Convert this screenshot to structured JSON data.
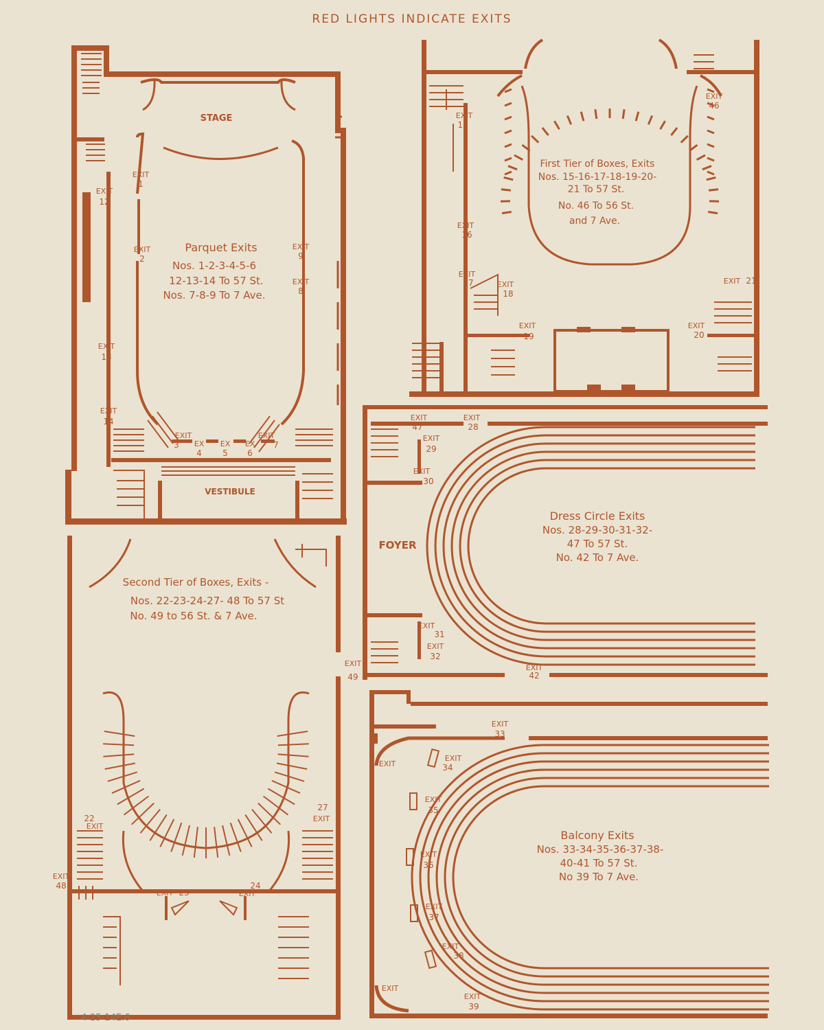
{
  "header": "RED LIGHTS INDICATE EXITS",
  "catalog_mark": "4-25-14E.6",
  "colors": {
    "ink": "#b0562c",
    "paper": "#ebe3d2"
  },
  "parquet": {
    "stage": "STAGE",
    "vestibule": "VESTIBULE",
    "title": "Parquet Exits",
    "lines": [
      "Nos. 1-2-3-4-5-6",
      "12-13-14 To 57 St.",
      "Nos. 7-8-9 To 7 Ave."
    ],
    "exits": [
      {
        "w": "EXIT",
        "n": "1"
      },
      {
        "w": "EXIT",
        "n": "2"
      },
      {
        "w": "EXIT",
        "n": "3"
      },
      {
        "w": "EX",
        "n": "4"
      },
      {
        "w": "EX",
        "n": "5"
      },
      {
        "w": "EX",
        "n": "6"
      },
      {
        "w": "EXIT",
        "n": "7"
      },
      {
        "w": "EXIT",
        "n": "8"
      },
      {
        "w": "EXIT",
        "n": "9"
      },
      {
        "w": "EXIT",
        "n": "12"
      },
      {
        "w": "EXIT",
        "n": "13"
      },
      {
        "w": "EXIT",
        "n": "14"
      }
    ]
  },
  "first_tier": {
    "lines": [
      "First Tier of Boxes, Exits",
      "Nos. 15-16-17-18-19-20-",
      "21 To 57 St.",
      "No. 46 To 56 St.",
      "and 7 Ave."
    ],
    "exits": [
      {
        "w": "EXIT",
        "n": "15"
      },
      {
        "w": "EXIT",
        "n": "16"
      },
      {
        "w": "EXIT",
        "n": "17"
      },
      {
        "w": "EXIT",
        "n": "18"
      },
      {
        "w": "EXIT",
        "n": "19"
      },
      {
        "w": "EXIT",
        "n": "20"
      },
      {
        "w": "EXIT",
        "n": "21"
      },
      {
        "w": "EXIT",
        "n": "46"
      }
    ]
  },
  "dress_circle": {
    "foyer": "FOYER",
    "lines": [
      "Dress Circle Exits",
      "Nos. 28-29-30-31-32-",
      "47 To 57 St.",
      "No. 42 To 7 Ave."
    ],
    "exits": [
      {
        "w": "EXIT",
        "n": "47"
      },
      {
        "w": "EXIT",
        "n": "28"
      },
      {
        "w": "EXIT",
        "n": "29"
      },
      {
        "w": "EXIT",
        "n": "30"
      },
      {
        "w": "EXIT",
        "n": "31"
      },
      {
        "w": "EXIT",
        "n": "32"
      },
      {
        "w": "EXIT",
        "n": "42"
      }
    ]
  },
  "second_tier": {
    "lines": [
      "Second Tier of Boxes, Exits -",
      "Nos. 22-23-24-27- 48 To 57 St",
      "No. 49 to 56 St. & 7 Ave."
    ],
    "exits": [
      {
        "w": "EXIT",
        "n": "22"
      },
      {
        "w": "EXIT",
        "n": "23"
      },
      {
        "w": "EXIT",
        "n": "24"
      },
      {
        "w": "EXIT",
        "n": "27"
      },
      {
        "w": "EXIT",
        "n": "48"
      },
      {
        "w": "EXIT",
        "n": "49"
      }
    ]
  },
  "balcony": {
    "lines": [
      "Balcony Exits",
      "Nos. 33-34-35-36-37-38-",
      "40-41 To 57 St.",
      "No 39 To 7 Ave."
    ],
    "exits": [
      {
        "w": "EXIT",
        "n": "33"
      },
      {
        "w": "EXIT",
        "n": "34"
      },
      {
        "w": "EXIT",
        "n": "35"
      },
      {
        "w": "EXIT",
        "n": "36"
      },
      {
        "w": "EXIT",
        "n": "37"
      },
      {
        "w": "EXIT",
        "n": "38"
      },
      {
        "w": "EXIT",
        "n": "39"
      }
    ],
    "side_exits": [
      "EXIT",
      "EXIT"
    ]
  }
}
